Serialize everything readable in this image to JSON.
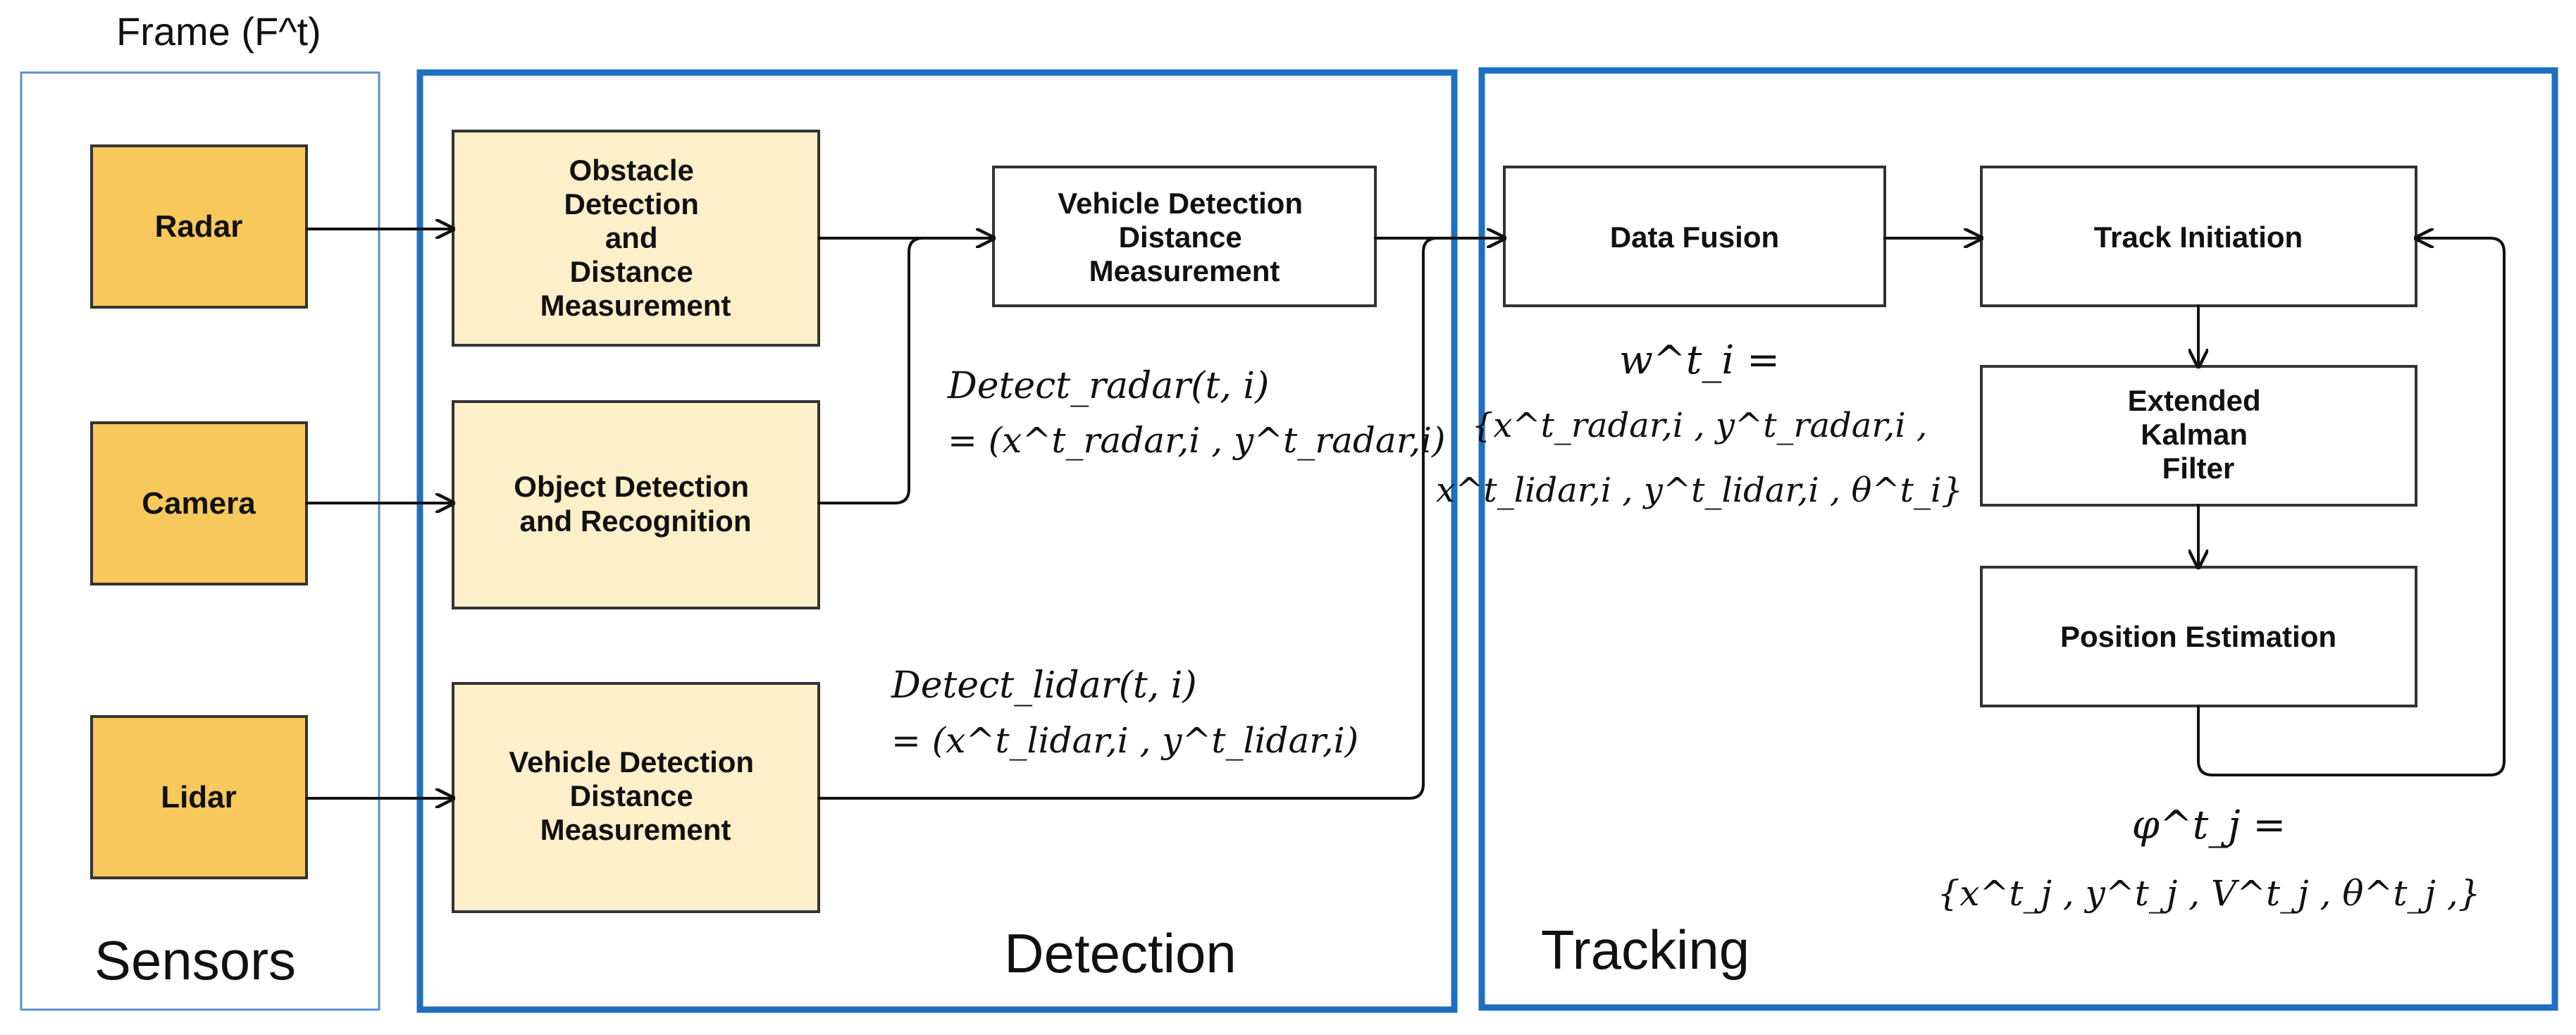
{
  "frame_label": "Frame (F^t)",
  "regions": {
    "sensors": "Sensors",
    "detection": "Detection",
    "tracking": "Tracking"
  },
  "sensors": {
    "radar": "Radar",
    "camera": "Camera",
    "lidar": "Lidar"
  },
  "detection": {
    "obstacle": [
      "Obstacle",
      "Detection",
      "and",
      "Distance",
      "Measurement"
    ],
    "object": [
      "Object Detection",
      "and Recognition"
    ],
    "lidar_vehicle": [
      "Vehicle Detection",
      "Distance",
      "Measurement"
    ],
    "vehicle": [
      "Vehicle Detection",
      "Distance",
      "Measurement"
    ]
  },
  "tracking": {
    "data_fusion": "Data Fusion",
    "track_initiation": "Track Initiation",
    "ekf": [
      "Extended",
      "Kalman",
      "Filter"
    ],
    "position_estimation": "Position Estimation"
  },
  "equations": {
    "detect_radar_1": "Detect_radar(t, i)",
    "detect_radar_2": "= (x^t_radar,i , y^t_radar,i)",
    "detect_lidar_1": "Detect_lidar(t, i)",
    "detect_lidar_2": "= (x^t_lidar,i , y^t_lidar,i)",
    "w_1": "w^t_i =",
    "w_2": "{x^t_radar,i , y^t_radar,i ,",
    "w_3": "x^t_lidar,i , y^t_lidar,i , θ^t_i}",
    "phi_1": "φ^t_j =",
    "phi_2": "{x^t_j , y^t_j , V^t_j , θ^t_j ,}"
  },
  "colors": {
    "region_border": "#1f6fc1",
    "sensor_fill": "#f7c95c",
    "detection_fill": "#fdefc9",
    "box_border": "#333333",
    "arrow": "#111111"
  }
}
